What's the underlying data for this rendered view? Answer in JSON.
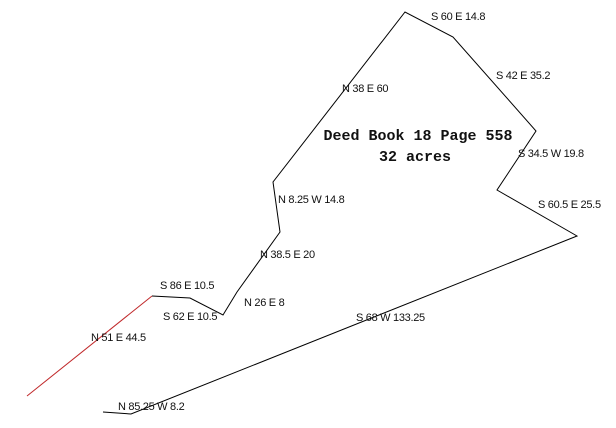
{
  "title": {
    "line1": "Deed Book 18 Page 558",
    "line2": "32 acres"
  },
  "calls": {
    "s60e": "S 60 E 14.8",
    "n38e": "N 38 E 60",
    "s42e": "S 42 E 35.2",
    "s34w": "S 34.5 W 19.8",
    "n8w": "N 8.25 W 14.8",
    "s60e25": "S 60.5 E 25.5",
    "n38e20": "N 38.5 E 20",
    "s86e": "S 86 E 10.5",
    "s62e": "S 62 E 10.5",
    "n26e": "N 26 E 8",
    "s68w": "S 68 W 133.25",
    "n51e": "N 51 E 44.5",
    "n85w": "N 85.25 W 8.2"
  },
  "colors": {
    "boundary": "#000000",
    "tie_line": "#c0282a"
  }
}
